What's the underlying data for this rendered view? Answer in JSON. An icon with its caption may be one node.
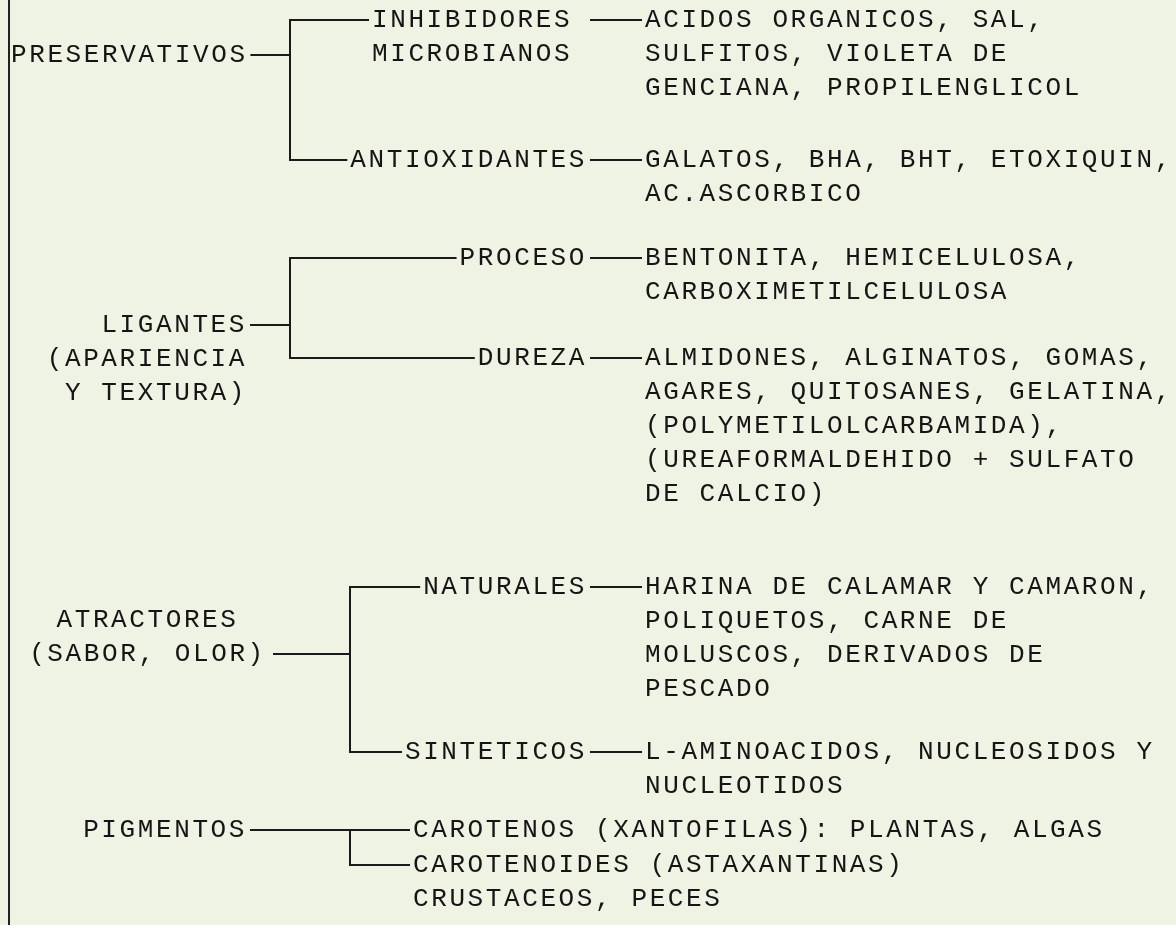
{
  "diagram": {
    "nodes": [
      {
        "text": [
          "PRESERVATIVOS"
        ]
      },
      {
        "text": [
          "INHIBIDORES MICROBIANOS"
        ]
      },
      {
        "text": [
          "ACIDOS ORGANICOS, SAL, SULFITOS, VIOLETA DE GENCIANA, PROPILENGLICOL"
        ]
      },
      {
        "text": [
          "ANTIOXIDANTES"
        ]
      },
      {
        "text": [
          "GALATOS, BHA, BHT, ETOXIQUIN, AC.ASCORBICO"
        ]
      },
      {
        "text": [
          "LIGANTES",
          "(APARIENCIA Y TEXTURA)"
        ]
      },
      {
        "text": [
          "PROCESO"
        ]
      },
      {
        "text": [
          "BENTONITA, HEMICELULOSA, CARBOXIMETILCELULOSA"
        ]
      },
      {
        "text": [
          "DUREZA"
        ]
      },
      {
        "text": [
          "ALMIDONES, ALGINATOS, GOMAS, AGARES, QUITOSANES, GELATINA, (POLYMETILOLCARBAMIDA), (UREAFORMALDEHIDO + SULFATO DE CALCIO)"
        ]
      },
      {
        "text": [
          "ATRACTORES",
          "(SABOR, OLOR)"
        ]
      },
      {
        "text": [
          "NATURALES"
        ]
      },
      {
        "text": [
          "HARINA DE CALAMAR Y CAMARON, POLIQUETOS, CARNE DE MOLUSCOS, DERIVADOS DE PESCADO"
        ]
      },
      {
        "text": [
          "SINTETICOS"
        ]
      },
      {
        "text": [
          "L-AMINOACIDOS, NUCLEOSIDOS Y NUCLEOTIDOS"
        ]
      },
      {
        "text": [
          "PIGMENTOS"
        ]
      },
      {
        "text": [
          "CAROTENOS (XANTOFILAS): PLANTAS, ALGAS"
        ]
      },
      {
        "text": [
          "CAROTENOIDES (ASTAXANTINAS) CRUSTACEOS, PECES"
        ]
      }
    ],
    "edges": [
      {
        "from": 0,
        "to": 1,
        "arrow": "none"
      },
      {
        "from": 0,
        "to": 3,
        "arrow": "none"
      },
      {
        "from": 1,
        "to": 2,
        "arrow": "none"
      },
      {
        "from": 3,
        "to": 4,
        "arrow": "none"
      },
      {
        "from": 5,
        "to": 6,
        "arrow": "none"
      },
      {
        "from": 5,
        "to": 8,
        "arrow": "none"
      },
      {
        "from": 6,
        "to": 7,
        "arrow": "none"
      },
      {
        "from": 8,
        "to": 9,
        "arrow": "none"
      },
      {
        "from": 10,
        "to": 11,
        "arrow": "none"
      },
      {
        "from": 10,
        "to": 13,
        "arrow": "none"
      },
      {
        "from": 11,
        "to": 12,
        "arrow": "none"
      },
      {
        "from": 13,
        "to": 14,
        "arrow": "none"
      },
      {
        "from": 15,
        "to": 16,
        "arrow": "none"
      },
      {
        "from": 15,
        "to": 17,
        "arrow": "none"
      }
    ]
  }
}
